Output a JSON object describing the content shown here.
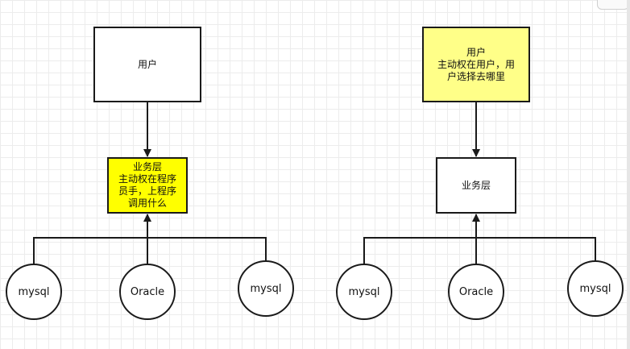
{
  "left": {
    "user_box": "用户",
    "business_box": "业务层\n主动权在程序\n员手，上程序\n调用什么",
    "db1": "mysql",
    "db2": "Oracle",
    "db3": "mysql"
  },
  "right": {
    "user_box": "用户\n主动权在用户，用\n户选择去哪里",
    "business_box": "业务层",
    "db1": "mysql",
    "db2": "Oracle",
    "db3": "mysql"
  },
  "colors": {
    "stroke": "#1a1a1a",
    "highlight_yellow": "#ffff00",
    "soft_yellow": "#ffff88"
  }
}
